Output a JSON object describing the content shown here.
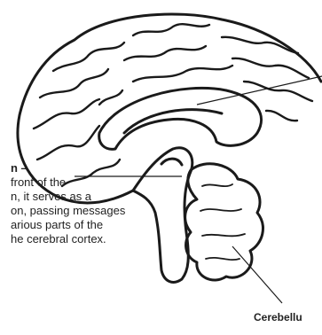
{
  "labels": {
    "brainstem_text": {
      "line1": "n –",
      "line2": "front of the",
      "line3": "n, it serves as a",
      "line4": "on, passing messages",
      "line5": "arious parts of the",
      "line6": "he cerebral cortex."
    },
    "cerebellum": "Cerebellu"
  },
  "colors": {
    "ink": "#1a1a1a",
    "background": "#ffffff"
  }
}
